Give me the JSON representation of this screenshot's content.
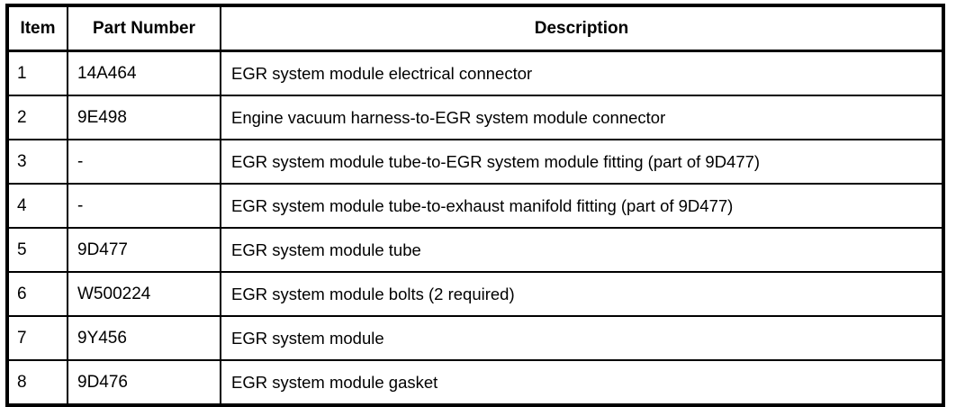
{
  "table": {
    "columns": [
      {
        "key": "item",
        "label": "Item"
      },
      {
        "key": "part_number",
        "label": "Part Number"
      },
      {
        "key": "description",
        "label": "Description"
      }
    ],
    "rows": [
      {
        "item": "1",
        "part_number": "14A464",
        "description": "EGR system module electrical connector"
      },
      {
        "item": "2",
        "part_number": "9E498",
        "description": "Engine vacuum harness-to-EGR system module connector"
      },
      {
        "item": "3",
        "part_number": "-",
        "description": "EGR system module tube-to-EGR system module fitting (part of 9D477)"
      },
      {
        "item": "4",
        "part_number": "-",
        "description": "EGR system module tube-to-exhaust manifold fitting (part of 9D477)"
      },
      {
        "item": "5",
        "part_number": "9D477",
        "description": "EGR system module tube"
      },
      {
        "item": "6",
        "part_number": "W500224",
        "description": "EGR system module bolts (2 required)"
      },
      {
        "item": "7",
        "part_number": "9Y456",
        "description": "EGR system module"
      },
      {
        "item": "8",
        "part_number": "9D476",
        "description": "EGR system module gasket"
      }
    ]
  },
  "colors": {
    "border": "#000000",
    "text": "#000000",
    "background": "#ffffff"
  }
}
